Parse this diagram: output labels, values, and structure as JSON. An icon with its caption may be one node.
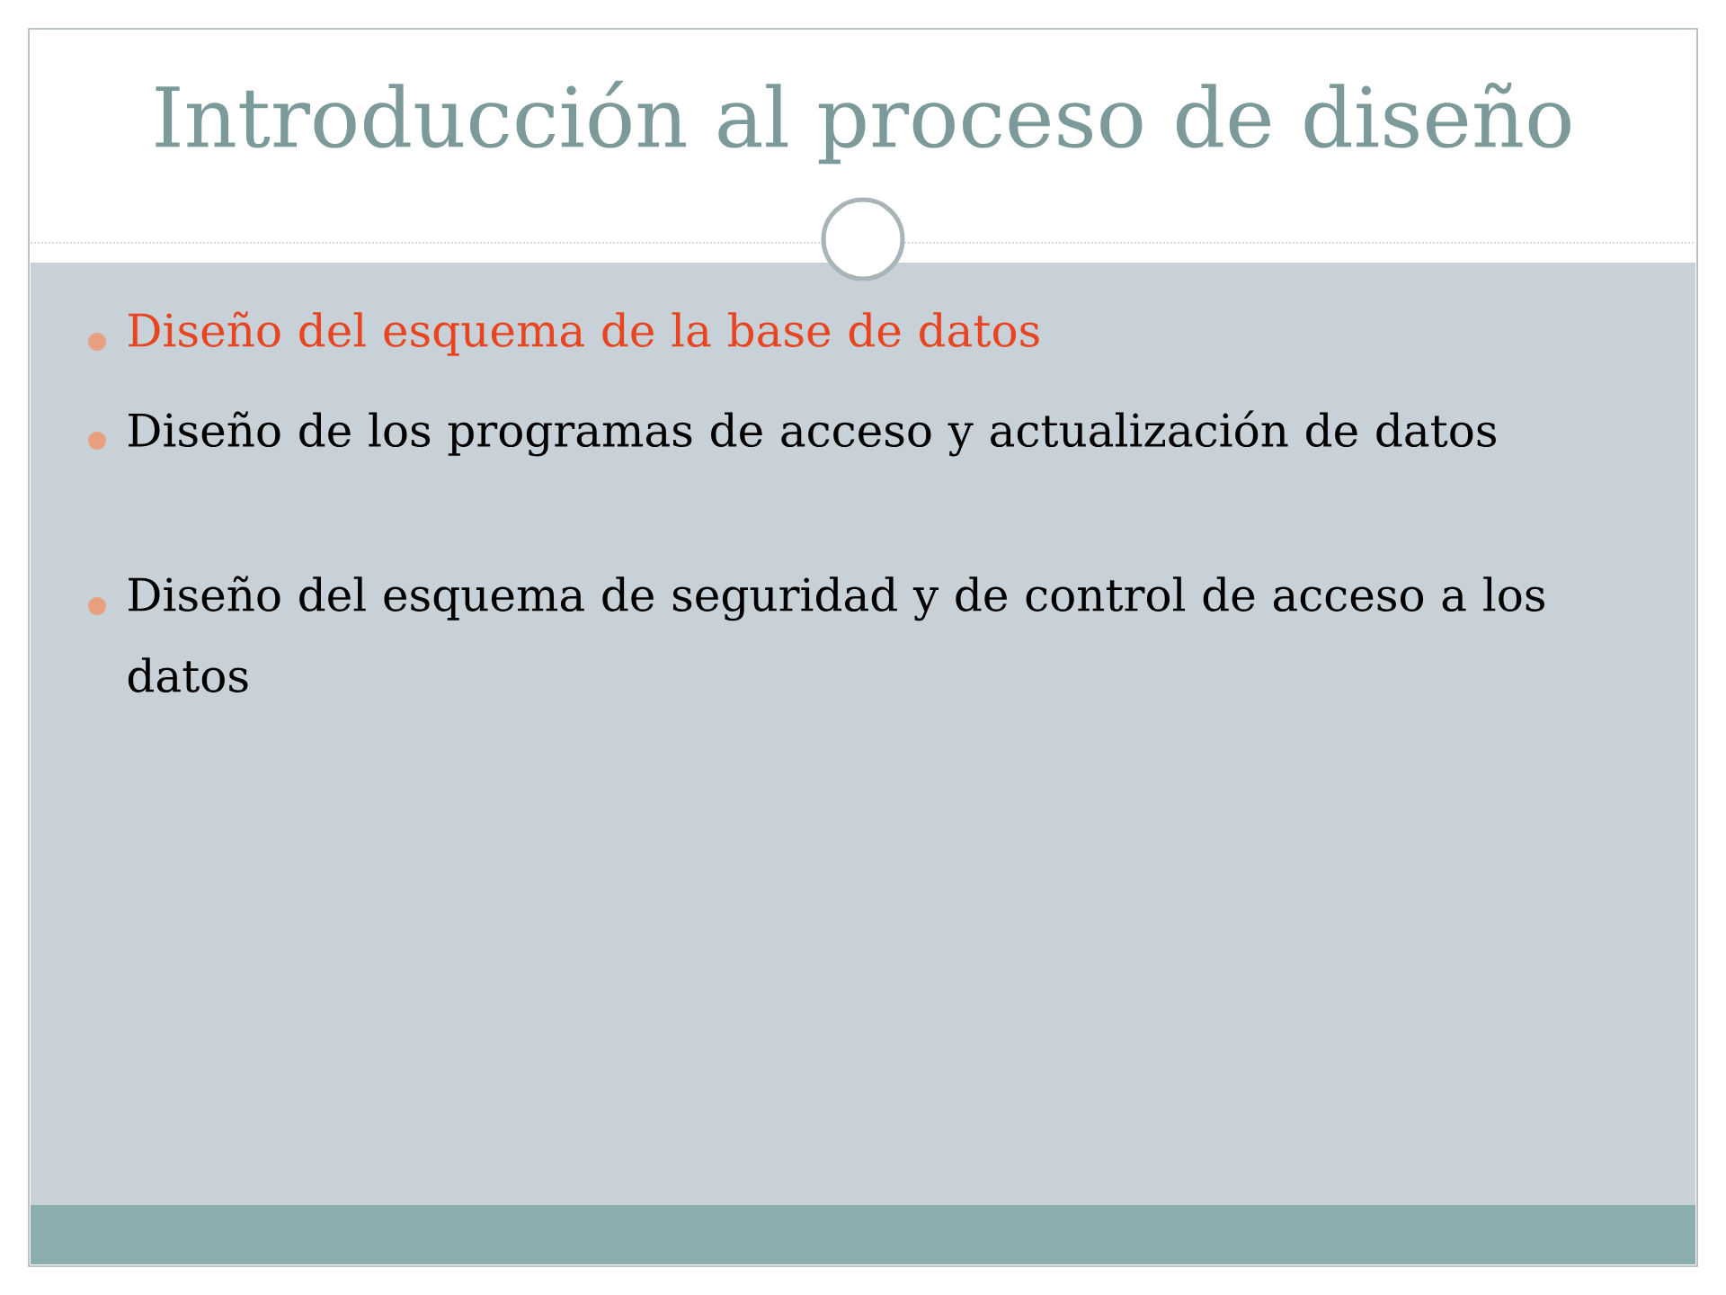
{
  "diagram": {
    "title": "Introducción al proceso de diseño",
    "labels": [
      "Diseño del esquema de la base de datos",
      "Diseño de los programas de acceso y actualización de datos",
      "Diseño del esquema de seguridad y de control de acceso a los datos"
    ]
  }
}
